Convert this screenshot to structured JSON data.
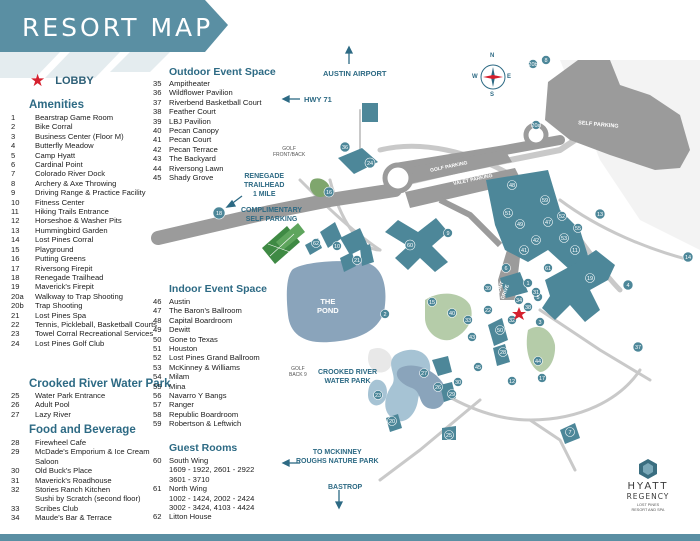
{
  "title": "RESORT MAP",
  "lobby": "LOBBY",
  "colors": {
    "teal_banner": "#5a8fa3",
    "building": "#4d8799",
    "road": "#9b9b9b",
    "grass": "#7fa66d",
    "water": "#8aa4bb",
    "lobby_star": "#d5202e"
  },
  "sections": {
    "amenities": {
      "title": "Amenities",
      "items": [
        {
          "n": "1",
          "t": "Bearstrap Game Room"
        },
        {
          "n": "2",
          "t": "Bike Corral"
        },
        {
          "n": "3",
          "t": "Business Center (Floor M)"
        },
        {
          "n": "4",
          "t": "Butterfly Meadow"
        },
        {
          "n": "5",
          "t": "Camp Hyatt"
        },
        {
          "n": "6",
          "t": "Cardinal Point"
        },
        {
          "n": "7",
          "t": "Colorado River Dock"
        },
        {
          "n": "8",
          "t": "Archery & Axe Throwing"
        },
        {
          "n": "9",
          "t": "Driving Range & Practice Facility"
        },
        {
          "n": "10",
          "t": "Fitness Center"
        },
        {
          "n": "11",
          "t": "Hiking Trails Entrance"
        },
        {
          "n": "12",
          "t": "Horseshoe & Washer Pits"
        },
        {
          "n": "13",
          "t": "Hummingbird Garden"
        },
        {
          "n": "14",
          "t": "Lost Pines Corral"
        },
        {
          "n": "15",
          "t": "Playground"
        },
        {
          "n": "16",
          "t": "Putting Greens"
        },
        {
          "n": "17",
          "t": "Riversong Firepit"
        },
        {
          "n": "18",
          "t": "Renegade Trailhead"
        },
        {
          "n": "19",
          "t": "Maverick's Firepit"
        },
        {
          "n": "20a",
          "t": "Walkway to Trap Shooting"
        },
        {
          "n": "20b",
          "t": "Trap Shooting"
        },
        {
          "n": "21",
          "t": "Lost Pines Spa"
        },
        {
          "n": "22",
          "t": "Tennis, Pickleball, Basketball Courts"
        },
        {
          "n": "23",
          "t": "Towel Corral Recreational Services"
        },
        {
          "n": "24",
          "t": "Lost Pines Golf Club"
        }
      ]
    },
    "water_park": {
      "title": "Crooked River Water Park",
      "items": [
        {
          "n": "25",
          "t": "Water Park Entrance"
        },
        {
          "n": "26",
          "t": "Adult Pool"
        },
        {
          "n": "27",
          "t": "Lazy River"
        }
      ]
    },
    "food": {
      "title": "Food and Beverage",
      "items": [
        {
          "n": "28",
          "t": "Firewheel Cafe"
        },
        {
          "n": "29",
          "t": "McDade's Emporium & Ice Cream"
        },
        {
          "n": "",
          "t": "Saloon"
        },
        {
          "n": "30",
          "t": "Old Buck's Place"
        },
        {
          "n": "31",
          "t": "Maverick's Roadhouse"
        },
        {
          "n": "32",
          "t": "Stories Ranch Kitchen"
        },
        {
          "n": "",
          "t": "Sushi by Scratch (second floor)"
        },
        {
          "n": "33",
          "t": "Scribes Club"
        },
        {
          "n": "34",
          "t": "Maude's Bar & Terrace"
        }
      ]
    },
    "outdoor": {
      "title": "Outdoor Event Space",
      "items": [
        {
          "n": "35",
          "t": "Ampitheater"
        },
        {
          "n": "36",
          "t": "Wildflower Pavilion"
        },
        {
          "n": "37",
          "t": "Riverbend Basketball Court"
        },
        {
          "n": "38",
          "t": "Feather Court"
        },
        {
          "n": "39",
          "t": "LBJ Pavilion"
        },
        {
          "n": "40",
          "t": "Pecan Canopy"
        },
        {
          "n": "41",
          "t": "Pecan Court"
        },
        {
          "n": "42",
          "t": "Pecan Terrace"
        },
        {
          "n": "43",
          "t": "The Backyard"
        },
        {
          "n": "44",
          "t": "Riversong Lawn"
        },
        {
          "n": "45",
          "t": "Shady Grove"
        }
      ]
    },
    "indoor": {
      "title": "Indoor Event Space",
      "items": [
        {
          "n": "46",
          "t": "Austin"
        },
        {
          "n": "47",
          "t": "The Baron's Ballroom"
        },
        {
          "n": "48",
          "t": "Capital Boardroom"
        },
        {
          "n": "49",
          "t": "Dewitt"
        },
        {
          "n": "50",
          "t": "Gone to Texas"
        },
        {
          "n": "51",
          "t": "Houston"
        },
        {
          "n": "52",
          "t": "Lost Pines Grand Ballroom"
        },
        {
          "n": "53",
          "t": "McKinney & Williams"
        },
        {
          "n": "54",
          "t": "Milam"
        },
        {
          "n": "55",
          "t": "Mina"
        },
        {
          "n": "56",
          "t": "Navarro Y Bangs"
        },
        {
          "n": "57",
          "t": "Ranger"
        },
        {
          "n": "58",
          "t": "Republic Boardroom"
        },
        {
          "n": "59",
          "t": "Robertson & Leftwich"
        }
      ]
    },
    "rooms": {
      "title": "Guest Rooms",
      "items": [
        {
          "n": "60",
          "t": "South Wing"
        },
        {
          "n": "",
          "t": "1609 - 1922, 2601 - 2922"
        },
        {
          "n": "",
          "t": "3601 - 3710"
        },
        {
          "n": "61",
          "t": "North Wing"
        },
        {
          "n": "",
          "t": "1002 - 1424, 2002 - 2424"
        },
        {
          "n": "",
          "t": "3002 - 3424, 4103 - 4424"
        },
        {
          "n": "62",
          "t": "Litton House"
        }
      ]
    }
  },
  "map": {
    "austin_airport": "AUSTIN AIRPORT",
    "hwy71": "HWY 71",
    "renegade": "RENEGADE\nTRAILHEAD\n1 MILE",
    "self_parking_comp": "COMPLIMENTARY\nSELF PARKING",
    "self_parking": "SELF PARKING",
    "golf_parking": "GOLF PARKING",
    "valet_parking": "VALET PARKING",
    "golf_front_back": "GOLF\nFRONT/BACK",
    "golf_back9": "GOLF\nBACK 9",
    "pond": "THE\nPOND",
    "water_park_lbl": "CROOKED RIVER\nWATER PARK",
    "mckinney": "TO MCKINNEY\nROUGHS NATURE PARK",
    "bastrop": "BASTROP",
    "front_drive": "FRONT\nDRIVE",
    "compass": {
      "n": "N",
      "e": "E",
      "s": "S",
      "w": "W"
    }
  },
  "logo": {
    "name": "HYATT",
    "sub": "REGENCY",
    "tag": "LOST PINES\nRESORT AND SPA"
  }
}
